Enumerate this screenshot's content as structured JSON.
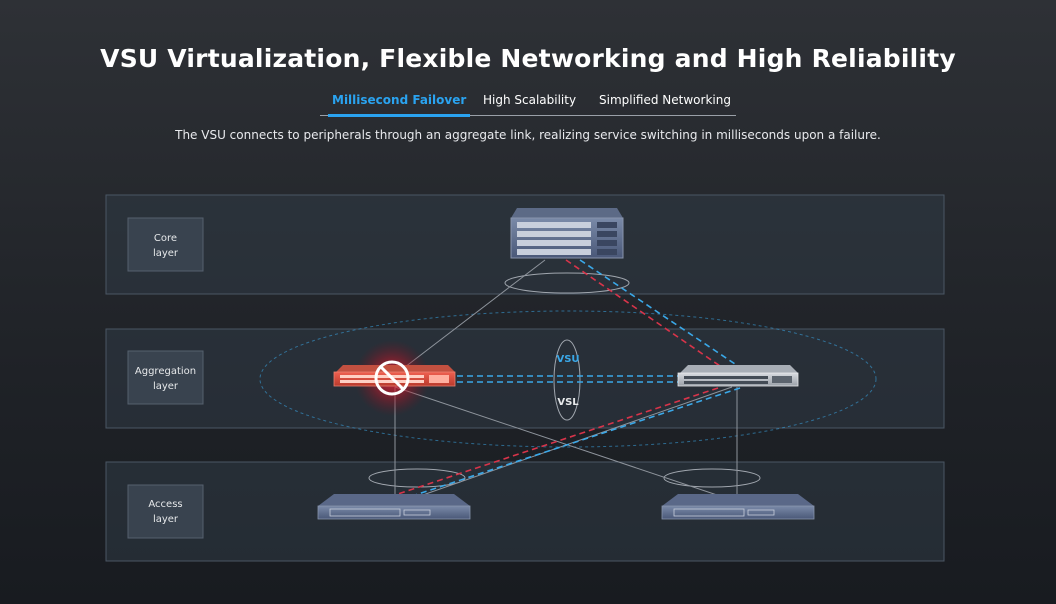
{
  "page": {
    "title": "VSU Virtualization, Flexible Networking and High Reliability",
    "tabs": [
      {
        "label": "Millisecond Failover",
        "active": true
      },
      {
        "label": "High Scalability",
        "active": false
      },
      {
        "label": "Simplified Networking",
        "active": false
      }
    ],
    "description": "The VSU connects to peripherals through an aggregate link, realizing service switching in milliseconds upon a failure."
  },
  "diagram": {
    "layers": [
      {
        "line1": "Core",
        "line2": "layer"
      },
      {
        "line1": "Aggregation",
        "line2": "layer"
      },
      {
        "line1": "Access",
        "line2": "layer"
      }
    ],
    "vsu_label": "VSU",
    "vsl_label": "VSL",
    "nodes": [
      {
        "id": "core-switch",
        "state": "normal"
      },
      {
        "id": "aggregation-switch-left",
        "state": "failed"
      },
      {
        "id": "aggregation-switch-right",
        "state": "normal"
      },
      {
        "id": "access-switch-left",
        "state": "normal"
      },
      {
        "id": "access-switch-right",
        "state": "normal"
      }
    ],
    "colors": {
      "active_link": "#3aa8e8",
      "failed_link": "#d8344a",
      "physical_link": "#8e949c",
      "vsu_label": "#3aa8e8"
    },
    "icons": [
      "no-entry-icon"
    ]
  }
}
